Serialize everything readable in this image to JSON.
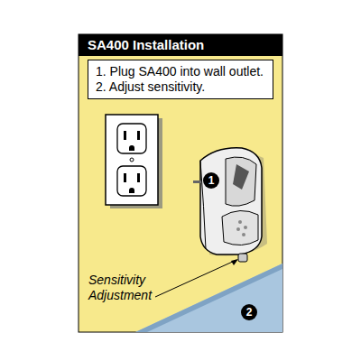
{
  "diagram": {
    "title": "SA400 Installation",
    "nodes": [
      {
        "text": [
          "1. Plug SA400 into wall outlet.",
          "2. Adjust sensitivity."
        ]
      }
    ],
    "labels": [
      "1",
      "2",
      "Sensitivity Adjustment"
    ]
  }
}
